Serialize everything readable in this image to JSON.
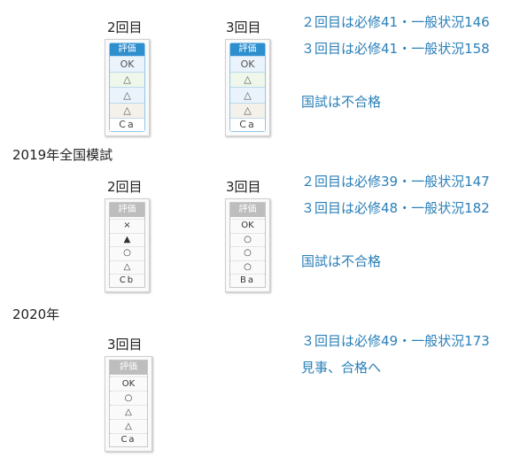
{
  "sections": [
    {
      "title": "",
      "rounds": [
        {
          "label": "2回目",
          "card": {
            "header": "評価",
            "rows": [
              "OK",
              "△",
              "△",
              "△"
            ],
            "grade": "Ca"
          }
        },
        {
          "label": "3回目",
          "card": {
            "header": "評価",
            "rows": [
              "OK",
              "△",
              "△",
              "△"
            ],
            "grade": "Ca"
          }
        }
      ],
      "notes": [
        "２回目は必修41・一般状況146",
        "３回目は必修41・一般状況158"
      ],
      "result": "国試は不合格"
    },
    {
      "title": "2019年全国模試",
      "rounds": [
        {
          "label": "2回目",
          "card": {
            "header": "評価",
            "rows": [
              "×",
              "▲",
              "○",
              "△"
            ],
            "grade": "Cb"
          }
        },
        {
          "label": "3回目",
          "card": {
            "header": "評価",
            "rows": [
              "OK",
              "○",
              "○",
              "○"
            ],
            "grade": "Ba"
          }
        }
      ],
      "notes": [
        "２回目は必修39・一般状況147",
        "３回目は必修48・一般状況182"
      ],
      "result": "国試は不合格"
    },
    {
      "title": "2020年",
      "rounds": [
        {
          "label": "3回目",
          "card": {
            "header": "評価",
            "rows": [
              "OK",
              "○",
              "△",
              "△"
            ],
            "grade": "Ca"
          }
        }
      ],
      "notes": [
        "３回目は必修49・一般状況173"
      ],
      "result": "見事、合格へ"
    }
  ],
  "colors": {
    "note_text": "#2a7fb8",
    "card_header_blue": "#2e8fcf",
    "card_header_grey": "#bdbdbd"
  }
}
